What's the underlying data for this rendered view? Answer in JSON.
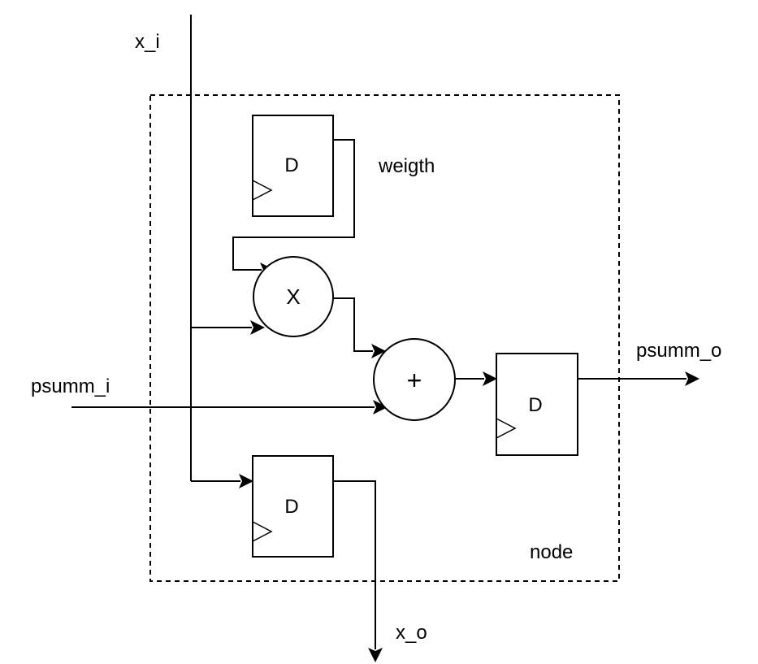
{
  "labels": {
    "x_in": "x_i",
    "x_out": "x_o",
    "psum_in": "psumm_i",
    "psum_out": "psumm_o",
    "weight": "weigth",
    "node": "node"
  },
  "blocks": {
    "weight_reg": "D",
    "x_reg": "D",
    "psum_reg": "D",
    "multiplier": "X",
    "adder": "+"
  }
}
